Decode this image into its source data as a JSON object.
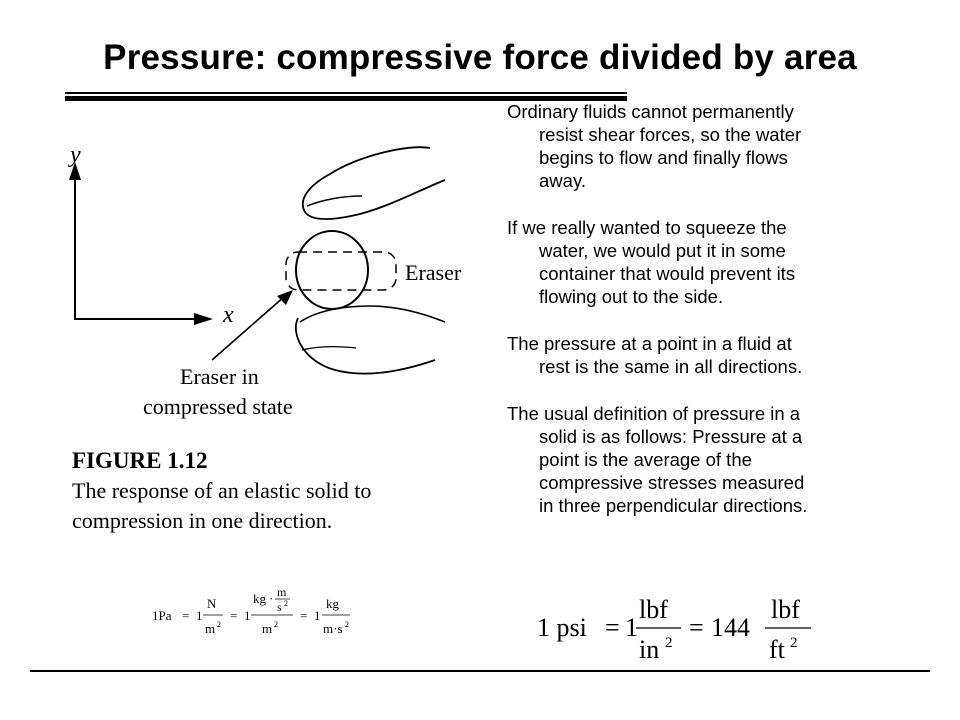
{
  "slide": {
    "title": "Pressure: compressive force divided by area"
  },
  "figure": {
    "axis_y": "y",
    "axis_x": "x",
    "label_eraser": "Eraser",
    "label_compressed_1": "Eraser in",
    "label_compressed_2": "compressed state",
    "caption_number": "FIGURE 1.12",
    "caption_line1": "The response of an elastic solid to",
    "caption_line2": "compression in one direction."
  },
  "paragraphs": [
    {
      "lines": [
        "Ordinary fluids cannot permanently",
        "resist shear forces, so the water",
        "begins to flow and finally flows",
        "away."
      ]
    },
    {
      "lines": [
        "If we really wanted to squeeze the",
        "water, we would put it in some",
        "container that would prevent its",
        "flowing out to the side."
      ]
    },
    {
      "lines": [
        "The pressure at a point in a fluid at",
        "rest is the same in all directions."
      ]
    },
    {
      "lines": [
        "The usual definition of pressure in a",
        "solid is as follows: Pressure at a",
        "point is the average of the",
        "compressive stresses measured",
        "in three perpendicular directions."
      ]
    }
  ],
  "equation_pa": {
    "lhs": "1Pa",
    "one": "1",
    "n": "N",
    "m2": "m",
    "kg": "kg",
    "m": "m",
    "s2": "s",
    "ms2": "m·s",
    "exp2": "2"
  },
  "equation_psi": {
    "lhs": "1 psi",
    "one": "1",
    "factor": "144",
    "lbf": "lbf",
    "in": "in",
    "ft": "ft",
    "exp2": "2"
  }
}
